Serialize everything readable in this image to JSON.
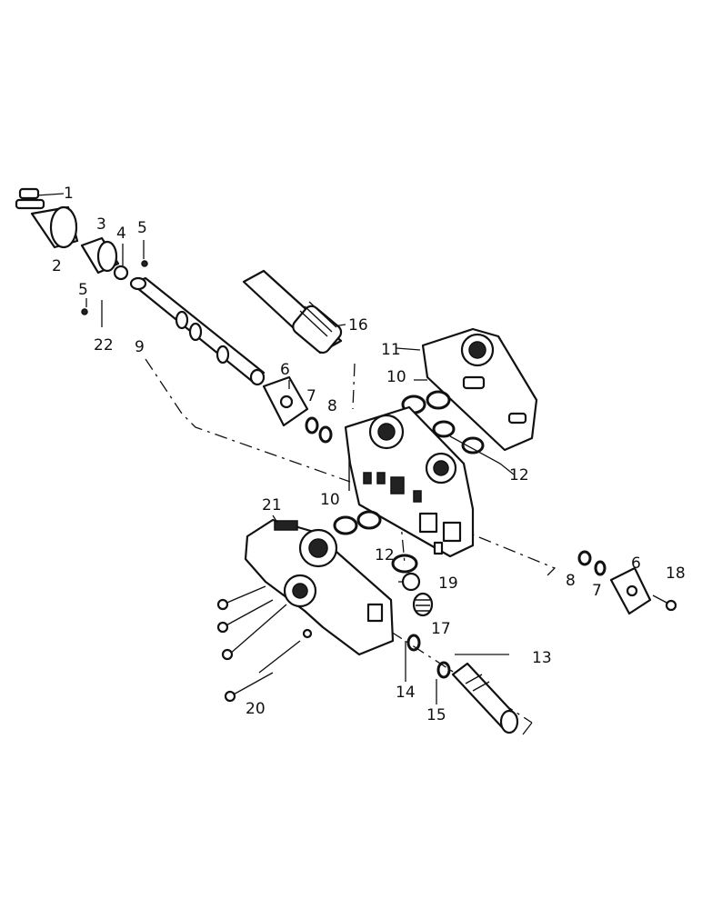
{
  "callouts": [
    "1",
    "2",
    "3",
    "4",
    "5",
    "5",
    "22",
    "9",
    "16",
    "6",
    "7",
    "8",
    "11",
    "10",
    "12",
    "10",
    "21",
    "12",
    "19",
    "17",
    "8",
    "7",
    "6",
    "18",
    "13",
    "14",
    "15",
    "20"
  ]
}
